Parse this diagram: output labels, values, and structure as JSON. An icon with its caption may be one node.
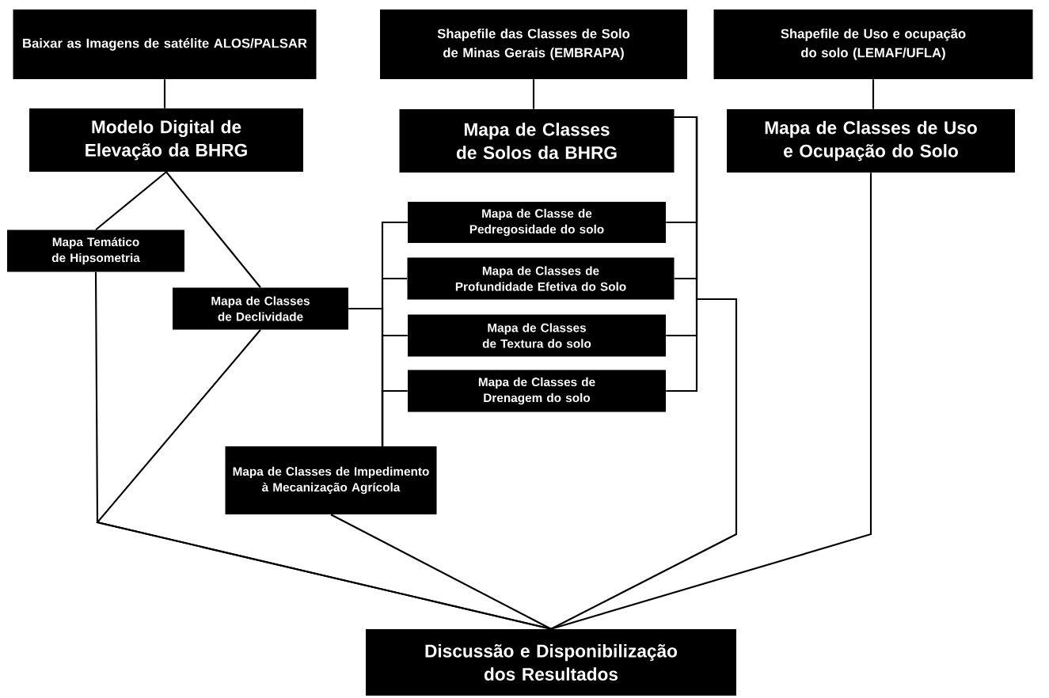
{
  "diagram": {
    "nodes": [
      {
        "text": [
          "Baixar as Imagens de satélite ALOS/PALSAR"
        ]
      },
      {
        "text": [
          "Shapefile das Classes de Solo de Minas Gerais (EMBRAPA)"
        ]
      },
      {
        "text": [
          "Shapefile de Uso e ocupação do solo (LEMAF/UFLA)"
        ]
      },
      {
        "text": [
          "Modelo Digital de Elevação da BHRG"
        ]
      },
      {
        "text": [
          "Mapa de Classes de Solos da BHRG"
        ]
      },
      {
        "text": [
          "Mapa de Classes de Uso e Ocupação do Solo"
        ]
      },
      {
        "text": [
          "Mapa Temático de Hipsometria"
        ]
      },
      {
        "text": [
          "Mapa de Classes de Declividade"
        ]
      },
      {
        "text": [
          "Mapa de Classe de Pedregosidade do solo"
        ]
      },
      {
        "text": [
          "Mapa de Classes de Profundidade Efetiva do Solo"
        ]
      },
      {
        "text": [
          "Mapa de Classes de Textura do solo"
        ]
      },
      {
        "text": [
          "Mapa de Classes de Drenagem do solo"
        ]
      },
      {
        "text": [
          "Mapa de Classes de Impedimento à Mecanização Agrícola"
        ]
      },
      {
        "text": [
          "Discussão e Disponibilização dos Resultados"
        ]
      }
    ],
    "edges": [
      {
        "from": 0,
        "to": 3,
        "arrow": "none"
      },
      {
        "from": 1,
        "to": 4,
        "arrow": "none"
      },
      {
        "from": 2,
        "to": 5,
        "arrow": "none"
      },
      {
        "from": 3,
        "to": 6,
        "arrow": "none"
      },
      {
        "from": 3,
        "to": 7,
        "arrow": "none"
      },
      {
        "from": 4,
        "to": 8,
        "arrow": "none"
      },
      {
        "from": 4,
        "to": 9,
        "arrow": "none"
      },
      {
        "from": 4,
        "to": 10,
        "arrow": "none"
      },
      {
        "from": 4,
        "to": 11,
        "arrow": "none"
      },
      {
        "from": 7,
        "to": 12,
        "arrow": "none"
      },
      {
        "from": 8,
        "to": 12,
        "arrow": "none"
      },
      {
        "from": 9,
        "to": 12,
        "arrow": "none"
      },
      {
        "from": 10,
        "to": 12,
        "arrow": "none"
      },
      {
        "from": 11,
        "to": 12,
        "arrow": "none"
      },
      {
        "from": 6,
        "to": 13,
        "arrow": "none"
      },
      {
        "from": 7,
        "to": 13,
        "arrow": "none"
      },
      {
        "from": 12,
        "to": 13,
        "arrow": "none"
      },
      {
        "from": 4,
        "to": 13,
        "arrow": "none"
      },
      {
        "from": 5,
        "to": 13,
        "arrow": "none"
      }
    ]
  }
}
